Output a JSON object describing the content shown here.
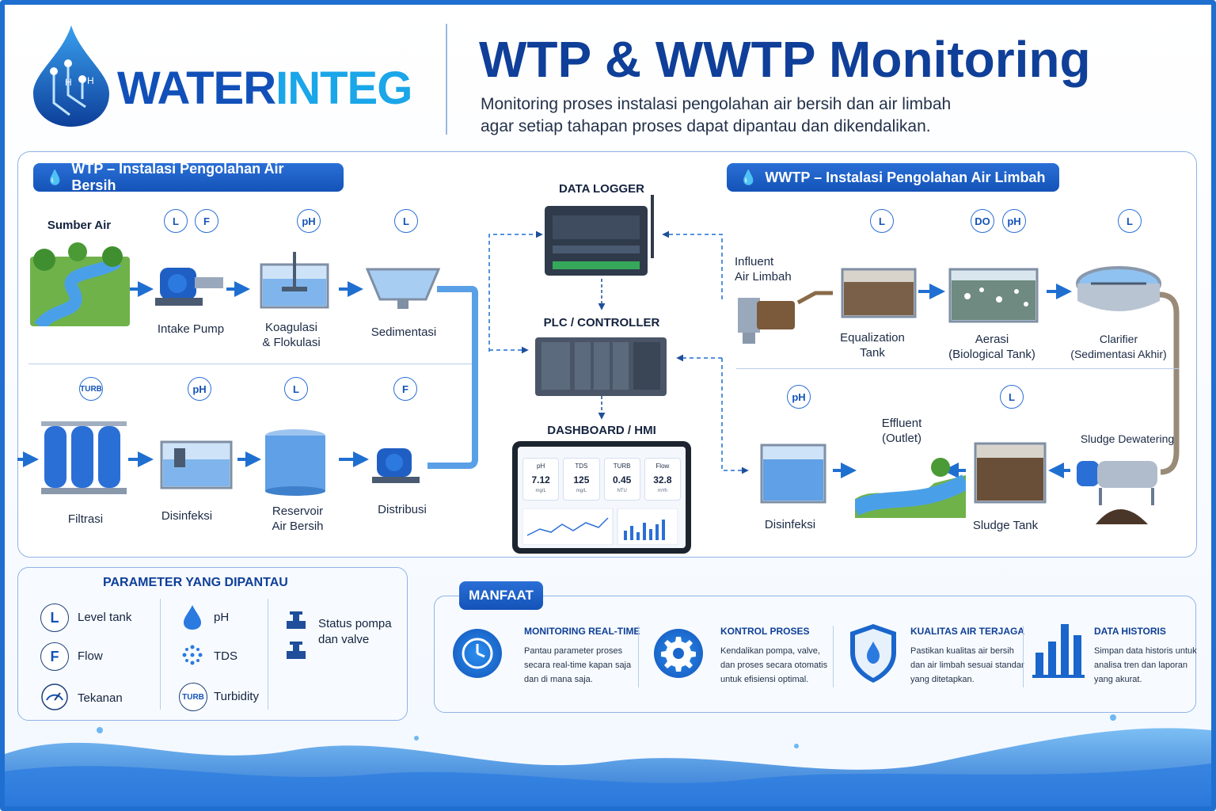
{
  "brand": {
    "name_part1": "WATER",
    "name_part2": "INTEG"
  },
  "header": {
    "title": "WTP & WWTP Monitoring",
    "subtitle_line1": "Monitoring proses instalasi pengolahan air bersih dan air limbah",
    "subtitle_line2": "agar setiap tahapan proses dapat dipantau dan dikendalikan."
  },
  "wtp": {
    "title": "WTP – Instalasi Pengolahan Air Bersih",
    "row1": [
      {
        "label": "Sumber Air",
        "sensors": []
      },
      {
        "label": "Intake Pump",
        "sensors": [
          "L",
          "F"
        ]
      },
      {
        "label": "Koagulasi\n& Flokulasi",
        "sensors": [
          "pH"
        ]
      },
      {
        "label": "Sedimentasi",
        "sensors": [
          "L"
        ]
      }
    ],
    "row2": [
      {
        "label": "Filtrasi",
        "sensors": [
          "TURB"
        ]
      },
      {
        "label": "Disinfeksi",
        "sensors": [
          "pH"
        ]
      },
      {
        "label": "Reservoir\nAir Bersih",
        "sensors": [
          "L"
        ]
      },
      {
        "label": "Distribusi",
        "sensors": [
          "F"
        ]
      }
    ]
  },
  "center": {
    "data_logger": "DATA LOGGER",
    "plc": "PLC / CONTROLLER",
    "dashboard": "DASHBOARD / HMI",
    "cards": [
      {
        "name": "pH",
        "value": "7.12",
        "unit": "mg/L"
      },
      {
        "name": "TDS",
        "value": "125",
        "unit": "mg/L"
      },
      {
        "name": "TURB",
        "value": "0.45",
        "unit": "NTU"
      },
      {
        "name": "Flow",
        "value": "32.8",
        "unit": "m³/h"
      }
    ]
  },
  "wwtp": {
    "title": "WWTP – Instalasi Pengolahan Air Limbah",
    "row1": [
      {
        "label": "Influent\nAir Limbah",
        "sensors": []
      },
      {
        "label": "Equalization\nTank",
        "sensors": [
          "L"
        ]
      },
      {
        "label": "Aerasi\n(Biological Tank)",
        "sensors": [
          "DO",
          "pH"
        ]
      },
      {
        "label": "Clarifier\n(Sedimentasi Akhir)",
        "sensors": [
          "L"
        ]
      }
    ],
    "row2": [
      {
        "label": "Disinfeksi",
        "sensors": [
          "pH"
        ]
      },
      {
        "label": "Effluent\n(Outlet)",
        "sensors": []
      },
      {
        "label": "Sludge Tank",
        "sensors": [
          "L"
        ]
      },
      {
        "label": "Sludge Dewatering",
        "sensors": []
      }
    ]
  },
  "parameters": {
    "title": "PARAMETER YANG DIPANTAU",
    "items": [
      {
        "icon": "L",
        "label": "Level tank"
      },
      {
        "icon": "F",
        "label": "Flow"
      },
      {
        "icon": "gauge",
        "label": "Tekanan"
      },
      {
        "icon": "ph-drop",
        "label": "pH"
      },
      {
        "icon": "tds-dots",
        "label": "TDS"
      },
      {
        "icon": "TURB",
        "label": "Turbidity"
      },
      {
        "icon": "valve",
        "label": "Status pompa\ndan valve"
      }
    ]
  },
  "benefits": {
    "title": "MANFAAT",
    "items": [
      {
        "icon": "clock-icon",
        "title": "MONITORING REAL-TIME",
        "text": "Pantau parameter proses\nsecara real-time kapan saja\ndan di mana saja."
      },
      {
        "icon": "gear-icon",
        "title": "KONTROL PROSES",
        "text": "Kendalikan pompa, valve,\ndan proses secara otomatis\nuntuk efisiensi optimal."
      },
      {
        "icon": "shield-drop-icon",
        "title": "KUALITAS AIR TERJAGA",
        "text": "Pastikan kualitas air bersih\ndan air limbah sesuai standar\nyang ditetapkan."
      },
      {
        "icon": "bar-chart-icon",
        "title": "DATA HISTORIS",
        "text": "Simpan data historis untuk\nanalisa tren dan laporan\nyang akurat."
      }
    ]
  },
  "colors": {
    "primary": "#1453b8",
    "accent": "#1aa6e8",
    "water": "#5fa8ec"
  }
}
